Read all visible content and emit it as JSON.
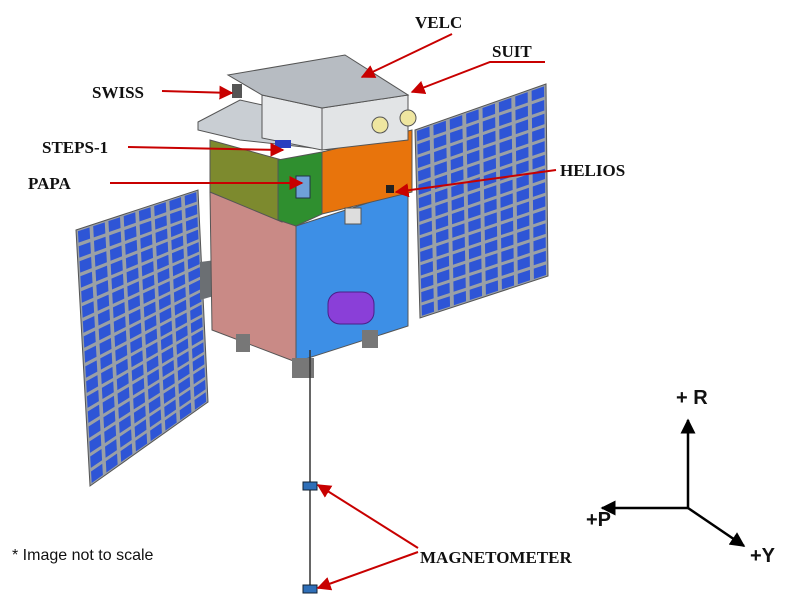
{
  "labels": {
    "velc": "VELC",
    "suit": "SUIT",
    "swiss": "SWISS",
    "steps": "STEPS-1",
    "papa": "PAPA",
    "helios": "HELIOS",
    "magnetometer": "MAGNETOMETER"
  },
  "axes": {
    "r": "+ R",
    "p": "+P",
    "y": "+Y"
  },
  "note": "* Image not to scale",
  "colors": {
    "arrow": "#c80000",
    "solar_cell": "#2e55d6",
    "panel_frame": "#9aa0a6",
    "bus_blue": "#3d8fe6",
    "bus_pink": "#c98a86",
    "bus_orange": "#e8740c",
    "bus_olive": "#7d8a2e",
    "bus_green": "#2f8f2f",
    "top_deck": "#d8dde2",
    "tank_purple": "#8a3fd8"
  }
}
